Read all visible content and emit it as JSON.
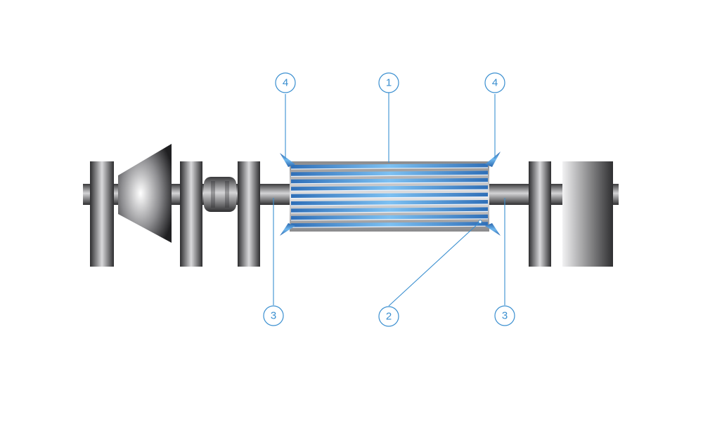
{
  "diagram": {
    "callouts": [
      {
        "id": "c1",
        "label": "1"
      },
      {
        "id": "c2",
        "label": "2"
      },
      {
        "id": "c3a",
        "label": "3"
      },
      {
        "id": "c3b",
        "label": "3"
      },
      {
        "id": "c4a",
        "label": "4"
      },
      {
        "id": "c4b",
        "label": "4"
      }
    ],
    "colors": {
      "coil_blue": "#3b8fd8",
      "callout_blue": "#3a8fd0",
      "metal_dark": "#2e2e30",
      "metal_light": "#d9d9db"
    }
  }
}
